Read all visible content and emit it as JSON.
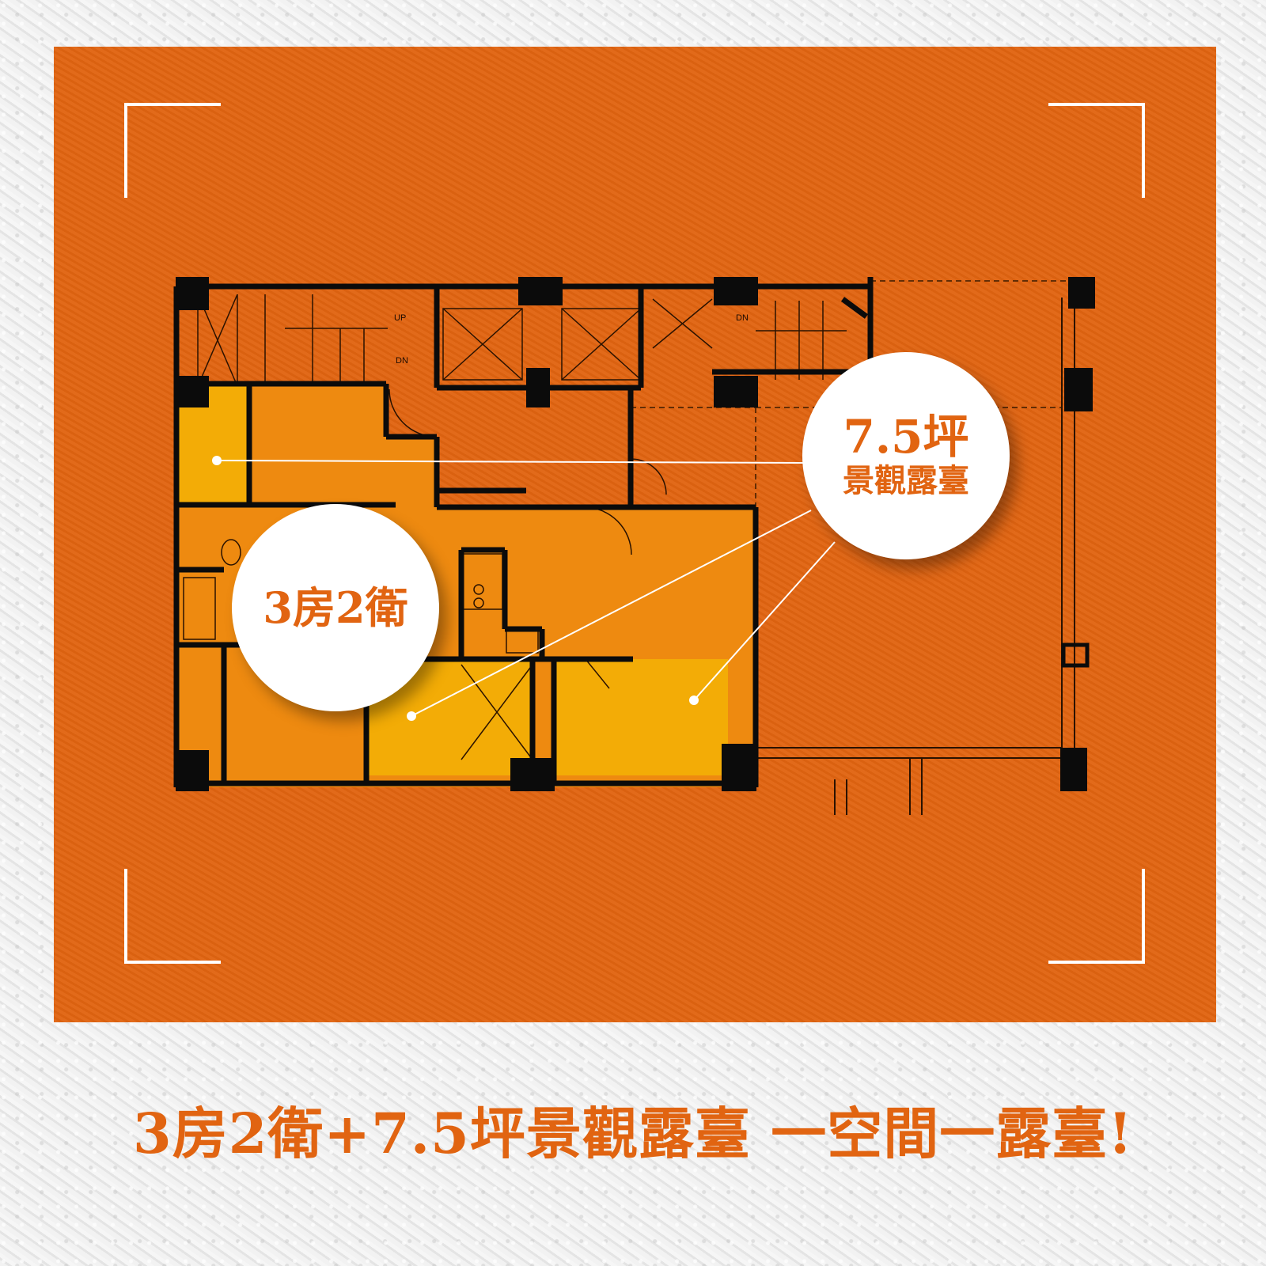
{
  "colors": {
    "orange": "#e16411",
    "bright_orange": "#ee8a10",
    "yellow": "#f3ac06",
    "white": "#ffffff",
    "wall": "#0b0b0b"
  },
  "floorplan": {
    "stair_label_up": "UP",
    "stair_label_dn": "DN",
    "stair_label_dn_right": "DN"
  },
  "callouts": {
    "terrace_size": "7.5坪",
    "terrace_label": "景觀露臺",
    "rooms_label": "3房2衛"
  },
  "caption": "3房2衛+7.5坪景觀露臺 一空間一露臺!"
}
